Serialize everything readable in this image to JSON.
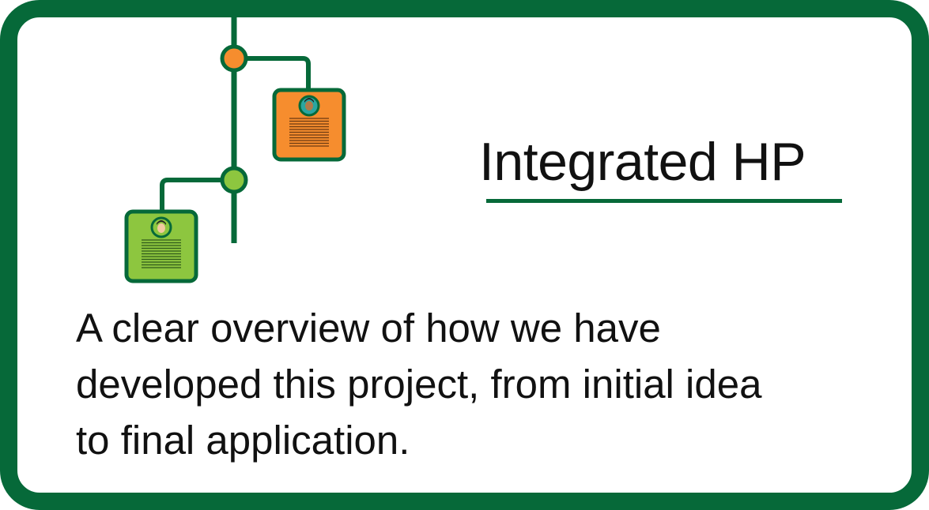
{
  "title": "Integrated HP",
  "description_lines": [
    "A clear overview of how we have",
    "developed this project, from initial idea",
    "to final application."
  ],
  "icons": [
    "timeline-icon",
    "profile-card-icon",
    "avatar-icon",
    "document-lines-icon"
  ],
  "colors": {
    "frame": "#066939",
    "orange": "#F68D2E",
    "light_green": "#8DC63F",
    "text": "#111111"
  }
}
